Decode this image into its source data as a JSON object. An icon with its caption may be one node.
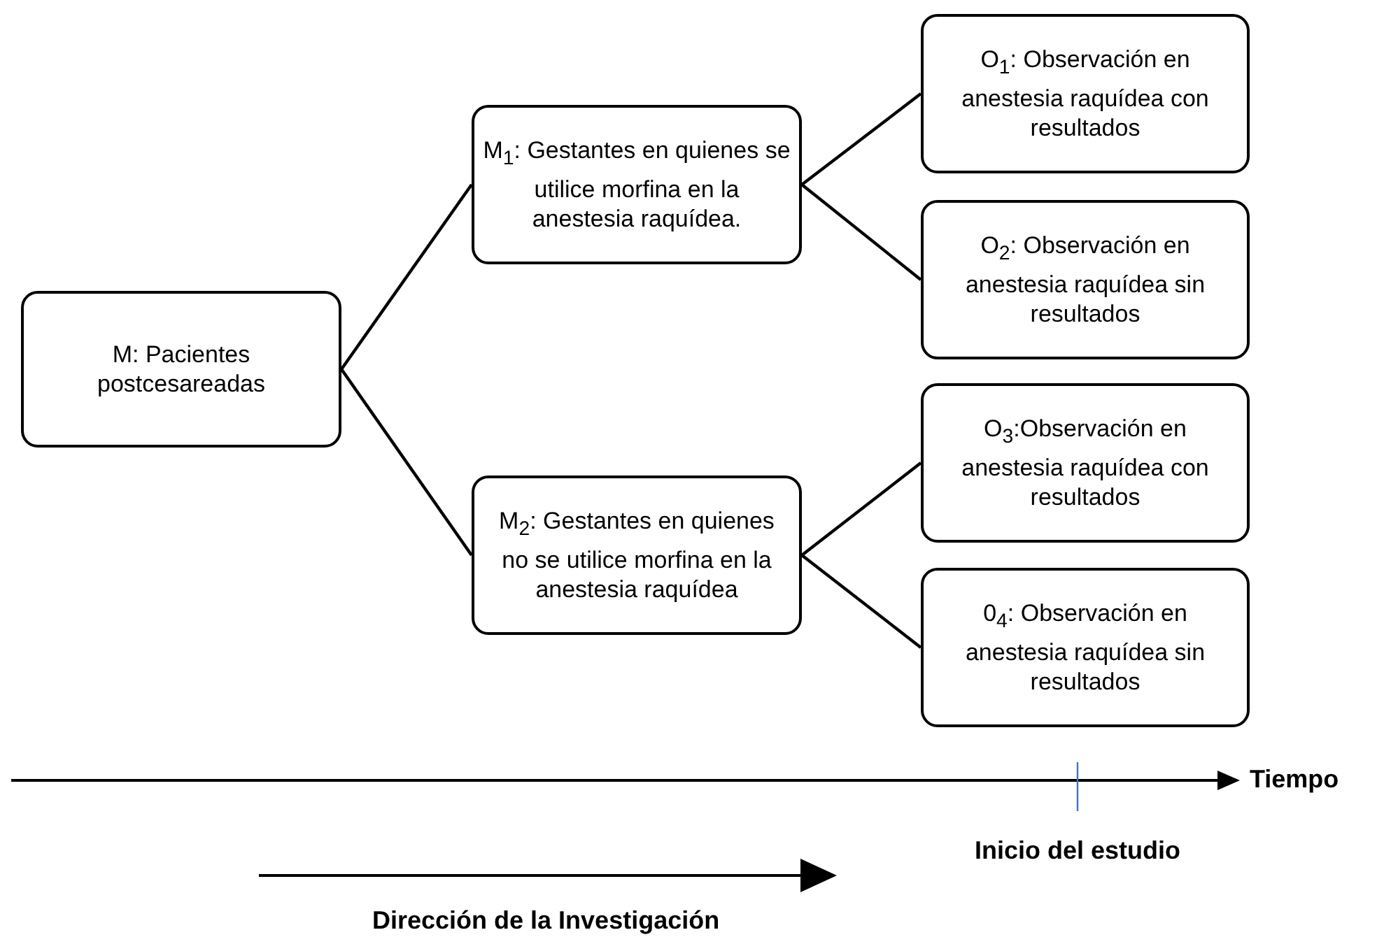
{
  "diagram": {
    "nodes": [
      {
        "text": [
          "M: Pacientes postcesareadas"
        ]
      },
      {
        "text": [
          "M$_{1}$: Gestantes en quienes se utilice morfina en la anestesia raquídea."
        ]
      },
      {
        "text": [
          "M$_{2}$: Gestantes en quienes no se utilice morfina en la anestesia raquídea"
        ]
      },
      {
        "text": [
          "O$_{1}$: Observación en anestesia raquídea con resultados"
        ]
      },
      {
        "text": [
          "O$_{2}$: Observación en anestesia raquídea sin resultados"
        ]
      },
      {
        "text": [
          "O$_{3}$:Observación en anestesia raquídea con resultados"
        ]
      },
      {
        "text": [
          "0$_{4}$: Observación en anestesia raquídea sin resultados"
        ]
      }
    ],
    "edges": [
      {
        "from": 0,
        "to": 1,
        "arrow": "none"
      },
      {
        "from": 0,
        "to": 2,
        "arrow": "none"
      },
      {
        "from": 1,
        "to": 3,
        "arrow": "none"
      },
      {
        "from": 1,
        "to": 4,
        "arrow": "none"
      },
      {
        "from": 2,
        "to": 5,
        "arrow": "none"
      },
      {
        "from": 2,
        "to": 6,
        "arrow": "none"
      }
    ],
    "labels": [
      "Tiempo",
      "Inicio del estudio",
      "Dirección de la Investigación"
    ]
  }
}
